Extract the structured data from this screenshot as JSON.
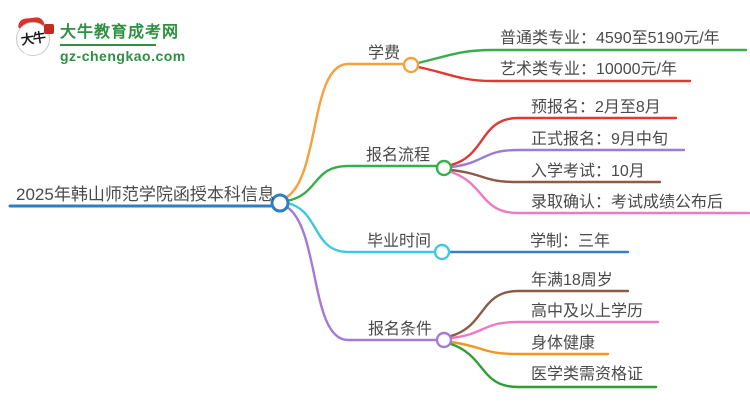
{
  "logo": {
    "icon_text": "大牛",
    "site_name": "大牛教育成考网",
    "site_url": "gz-chengkao.com",
    "brand_green": "#2e9141"
  },
  "mindmap": {
    "root": {
      "label": "2025年韩山师范学院函授本科信息",
      "color": "#2e7fc1"
    },
    "branches": [
      {
        "label": "学费",
        "color": "#f7a13c",
        "children": [
          {
            "label": "普通类专业：4590至5190元/年",
            "color": "#3aad4b"
          },
          {
            "label": "艺术类专业：10000元/年",
            "color": "#e13832"
          }
        ]
      },
      {
        "label": "报名流程",
        "color": "#3aad4b",
        "children": [
          {
            "label": "预报名：2月至8月",
            "color": "#e13832"
          },
          {
            "label": "正式报名：9月中旬",
            "color": "#9b7bd4"
          },
          {
            "label": "入学考试：10月",
            "color": "#8e5a45"
          },
          {
            "label": "录取确认：考试成绩公布后",
            "color": "#ef7ac4"
          }
        ]
      },
      {
        "label": "毕业时间",
        "color": "#3fc9e0",
        "children": [
          {
            "label": "学制：三年",
            "color": "#3a7fc0"
          }
        ]
      },
      {
        "label": "报名条件",
        "color": "#a579d8",
        "children": [
          {
            "label": "年满18周岁",
            "color": "#8e5a45"
          },
          {
            "label": "高中及以上学历",
            "color": "#ef7ac4"
          },
          {
            "label": "身体健康",
            "color": "#f7941e"
          },
          {
            "label": "医学类需资格证",
            "color": "#2e9e35"
          }
        ]
      }
    ]
  }
}
